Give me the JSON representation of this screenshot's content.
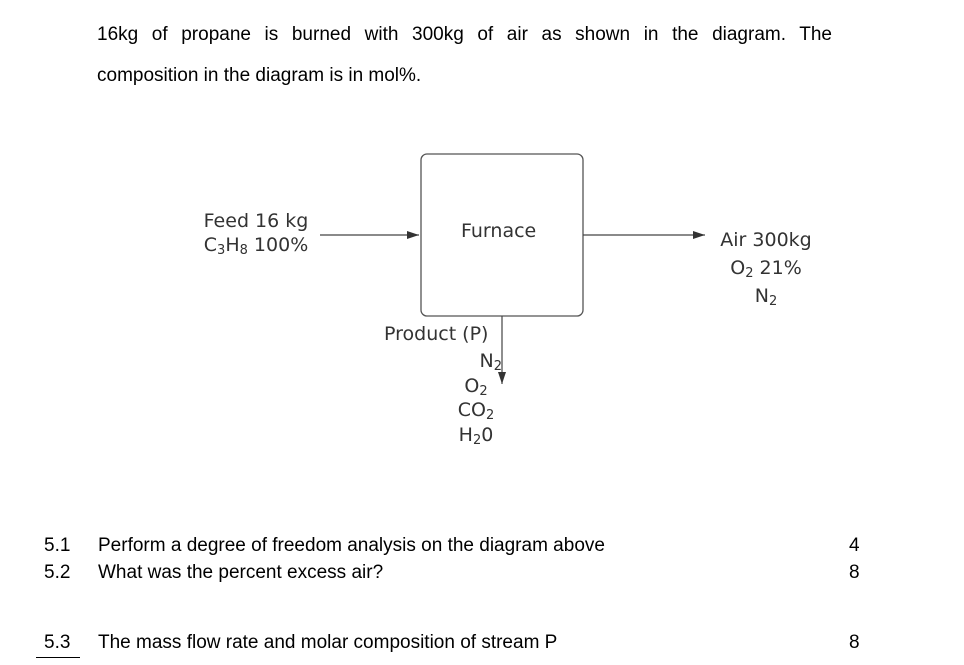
{
  "intro": {
    "line1": "16kg of propane is burned with 300kg of air as shown in the diagram. The",
    "line2": "composition in the diagram is in mol%."
  },
  "diagram": {
    "furnace_label": "Furnace",
    "feed": {
      "line1": "Feed  16 kg",
      "species": "C",
      "sub1": "3",
      "species2": "H",
      "sub2": "8",
      "pct": " 100%"
    },
    "air": {
      "line1": "Air  300kg",
      "o2_base": "O",
      "o2_sub": "2",
      "o2_pct": " 21%",
      "n2_base": "N",
      "n2_sub": "2"
    },
    "product": {
      "label": "Product (P)",
      "items": [
        {
          "base": "N",
          "sub": "2",
          "tail": ""
        },
        {
          "base": "O",
          "sub": "2",
          "tail": ""
        },
        {
          "base": "CO",
          "sub": "2",
          "tail": ""
        },
        {
          "base": "H",
          "sub": "2",
          "tail": "0"
        }
      ]
    },
    "colors": {
      "line": "#444444",
      "box": "#555555",
      "text": "#333333"
    }
  },
  "questions": [
    {
      "number": "5.1",
      "text": "Perform a degree of freedom analysis on the diagram above",
      "marks": "4"
    },
    {
      "number": "5.2",
      "text": "What was the percent excess air?",
      "marks": "8"
    },
    {
      "number": "5.3",
      "text": "The mass flow rate and molar composition of stream P",
      "marks": "8"
    }
  ]
}
